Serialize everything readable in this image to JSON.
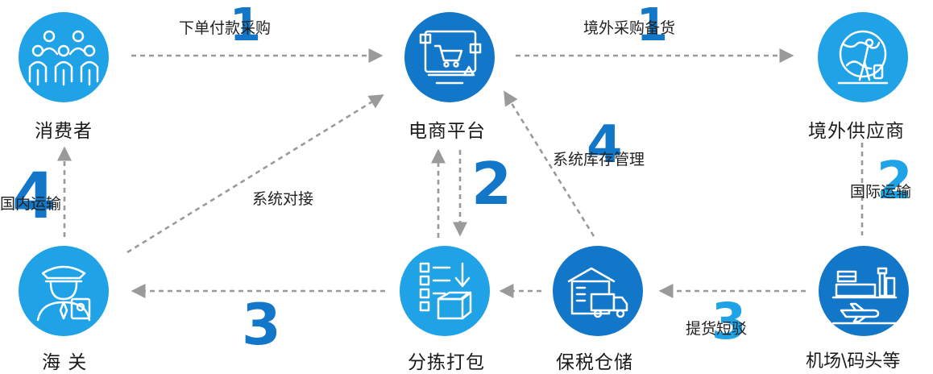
{
  "colors": {
    "primary": "#1276c9",
    "light": "#1fa3e6",
    "arrow": "#9a9a9a",
    "text": "#1a1a1a"
  },
  "nodes": {
    "consumer": {
      "label": "消费者",
      "icon": "people-group-icon"
    },
    "ecommerce": {
      "label": "电商平台",
      "icon": "shopping-cart-screen-icon"
    },
    "supplier": {
      "label": "境外供应商",
      "icon": "globe-traveler-icon"
    },
    "customs": {
      "label": "海 关",
      "icon": "customs-officer-icon"
    },
    "picking": {
      "label": "分拣打包",
      "icon": "checklist-box-icon"
    },
    "bonded": {
      "label": "保税仓储",
      "icon": "warehouse-truck-icon"
    },
    "airport": {
      "label": "机场\\码头等",
      "icon": "airport-plane-icon"
    }
  },
  "edges": {
    "order": {
      "label": "下单付款采购",
      "step": "1"
    },
    "overseas": {
      "label": "境外采购备货",
      "step": "1"
    },
    "international": {
      "label": "国际运输",
      "step": "2"
    },
    "pickup": {
      "label": "提货短驳",
      "step": "3"
    },
    "inventory": {
      "label": "系统库存管理",
      "step": "4"
    },
    "ecom_pick": {
      "label": "",
      "step": "2"
    },
    "pick_customs": {
      "label": "",
      "step": "3"
    },
    "domestic": {
      "label": "国内运输",
      "step": "4"
    },
    "docking": {
      "label": "系统对接",
      "step": ""
    }
  }
}
